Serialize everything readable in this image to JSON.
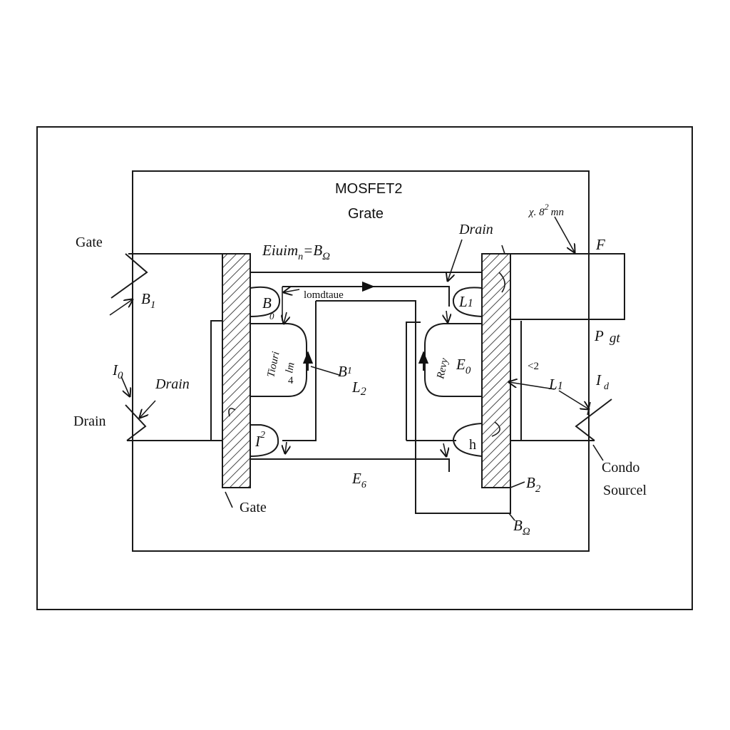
{
  "title": "MOSFET2",
  "subtitle": "Grate",
  "labels": {
    "gate_left": "Gate",
    "b1_left": "B",
    "b1_left_sub": "1",
    "i0_left": "I",
    "i0_left_sub": "0",
    "drain_italic_left": "Drain",
    "drain_left": "Drain",
    "gate_bottom": "Gate",
    "eq_top": "Eiuim",
    "eq_top_sub": "n",
    "eq_top_rhs": "=B",
    "eq_top_rhs_sub": "Ω",
    "longitude": "lomdtaue",
    "b_small": "B",
    "b_small_sub": "0",
    "tiouri": "Tiouri",
    "lm4": "lm",
    "lm4_num": "4",
    "b1_mid": "B",
    "b1_mid_sub": "1",
    "l2_mid": "L",
    "l2_mid_sub": "2",
    "i2_small": "I",
    "i2_small_sup": "2",
    "e6_bottom": "E",
    "e6_bottom_sub": "6",
    "drain_top_right": "Drain",
    "l1_right": "L",
    "l1_right_sub": "1",
    "revy": "Revy",
    "e0_right": "E",
    "e0_right_sub": "0",
    "h_label": "h",
    "b2_right": "B",
    "b2_right_sub": "2",
    "b2_bottom": "B",
    "b2_bottom_sub": "Ω",
    "scale": "χ. 8",
    "scale_sup": "2",
    "scale_unit": "mn",
    "f_label": "F",
    "pgt": "P",
    "pgt_rest": "gt",
    "lt2": "<2",
    "l1_far": "L",
    "l1_far_sub": "1",
    "id_far": "I",
    "id_far_sub": "d",
    "condo": "Condo",
    "source": "Sourcel"
  }
}
